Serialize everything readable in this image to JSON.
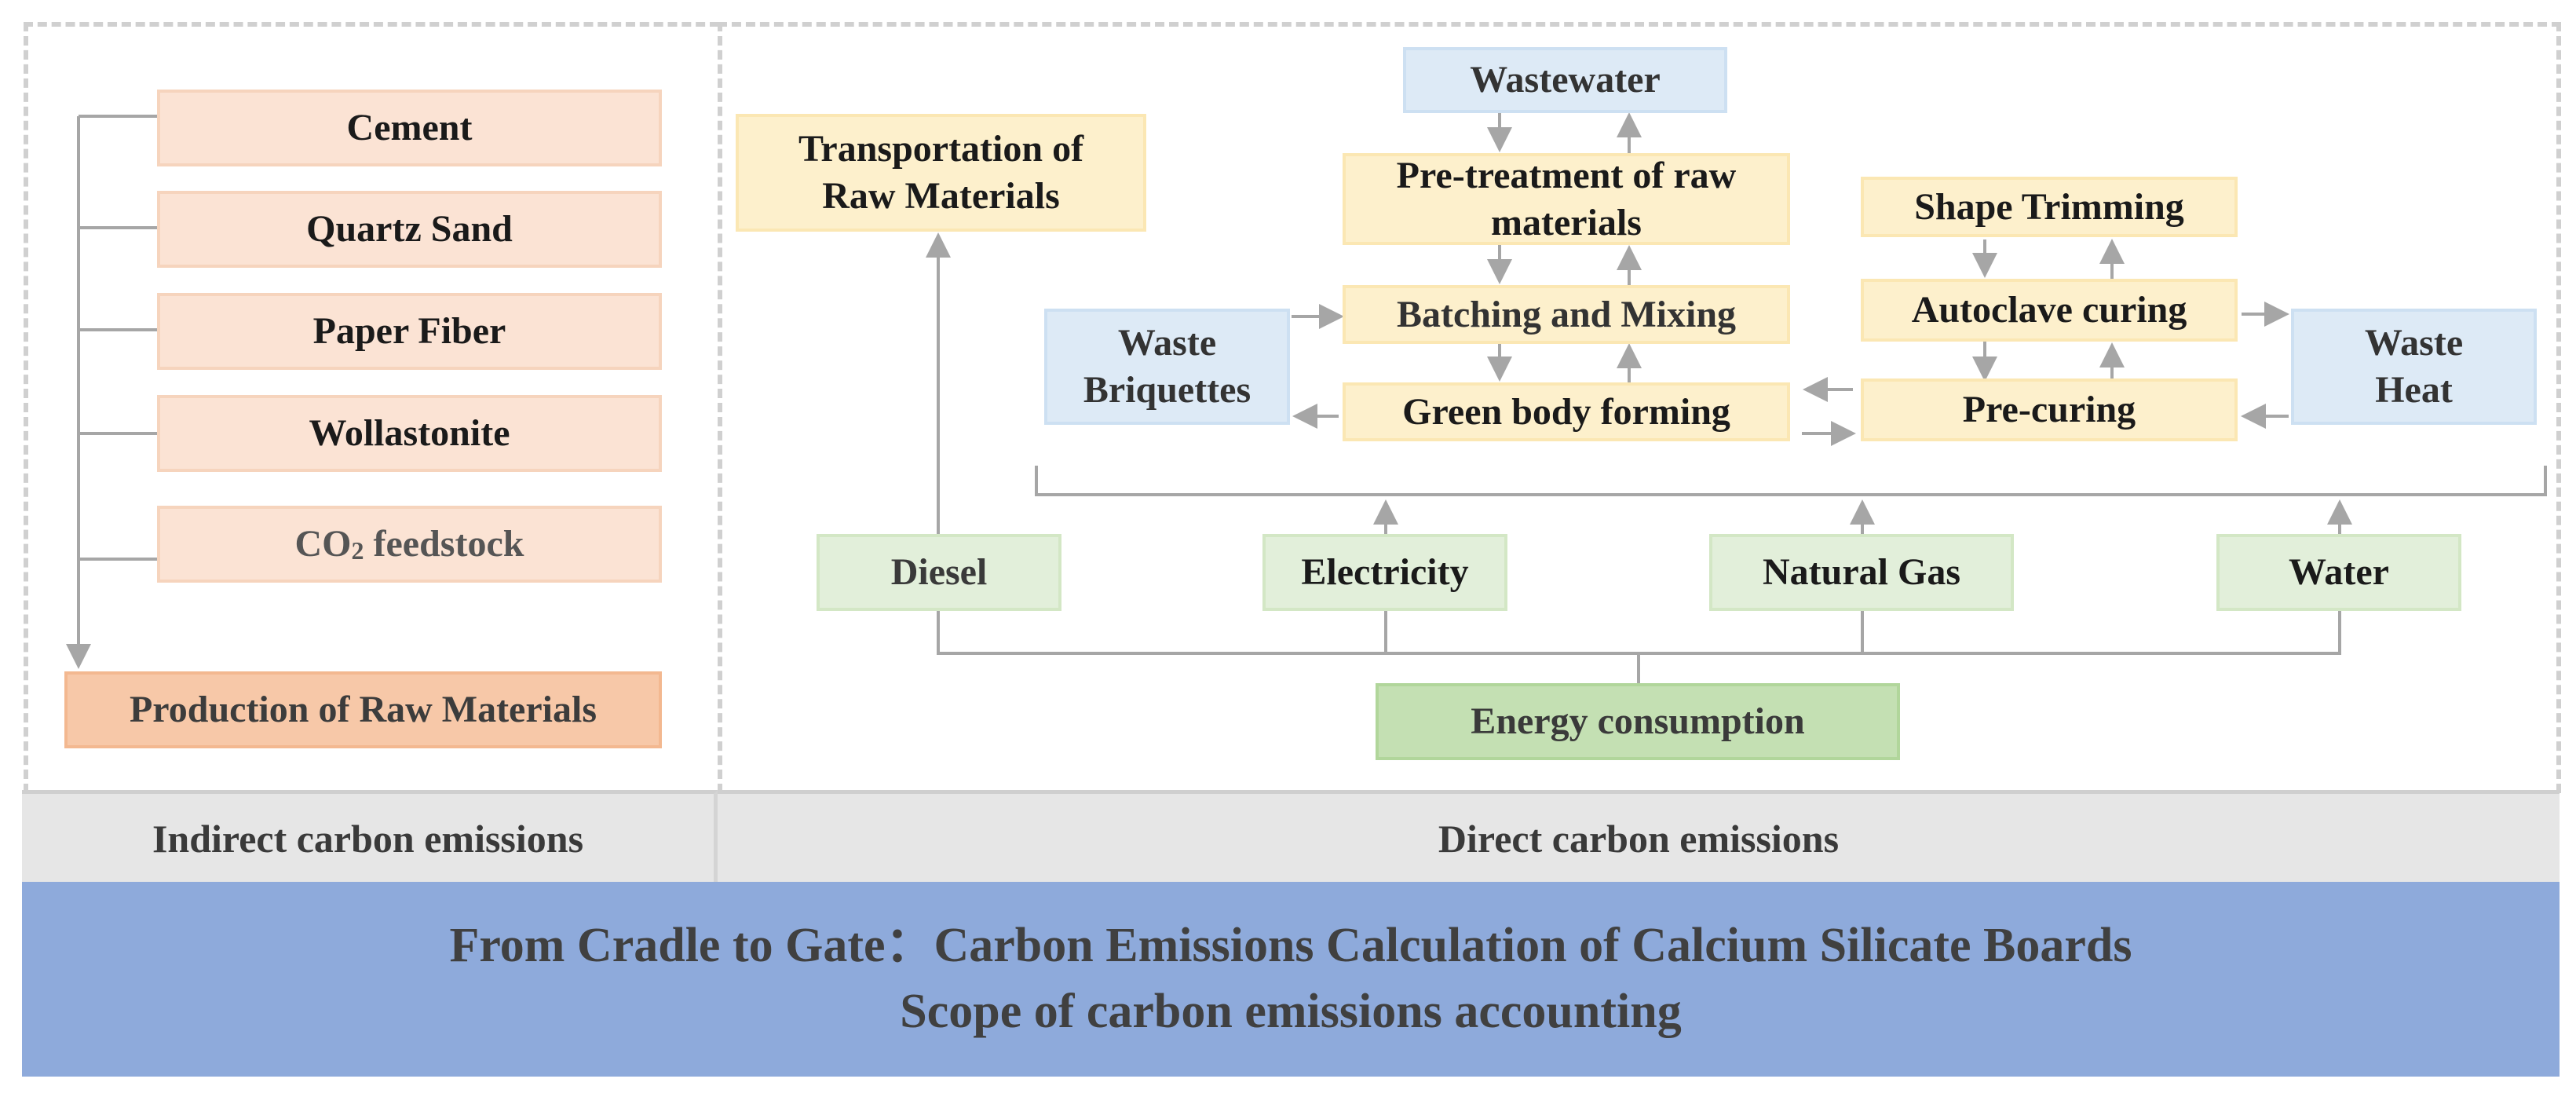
{
  "indirect": {
    "materials": [
      "Cement",
      "Quartz Sand",
      "Paper Fiber",
      "Wollastonite"
    ],
    "co2_main": "CO",
    "co2_sub": "2",
    "co2_rest": " feedstock",
    "production": "Production of Raw Materials"
  },
  "direct": {
    "transport": [
      "Transportation of",
      "Raw Materials"
    ],
    "wastewater": "Wastewater",
    "pretreatment": [
      "Pre-treatment of raw",
      "materials"
    ],
    "batching": "Batching and Mixing",
    "green_body": "Green body forming",
    "waste_briquettes": [
      "Waste",
      "Briquettes"
    ],
    "shape_trimming": "Shape Trimming",
    "autoclave": "Autoclave curing",
    "precuring": "Pre-curing",
    "waste_heat": [
      "Waste",
      "Heat"
    ],
    "energy_sources": [
      "Diesel",
      "Electricity",
      "Natural Gas",
      "Water"
    ],
    "energy": "Energy consumption"
  },
  "bands": {
    "indirect_label": "Indirect carbon emissions",
    "direct_label": "Direct carbon emissions"
  },
  "footer": {
    "line1": "From Cradle to Gate：Carbon Emissions Calculation of Calcium Silicate Boards",
    "line2": "Scope of carbon emissions accounting"
  },
  "colors": {
    "raw_material": "#fbe3d4",
    "production": "#f7c8a8",
    "process": "#fdf0cc",
    "waste": "#ddeaf6",
    "energy_source": "#e2efda",
    "energy": "#c4e0b3",
    "band": "#e6e6e6",
    "footer": "#8eaadb",
    "connector": "#a6a6a6"
  }
}
